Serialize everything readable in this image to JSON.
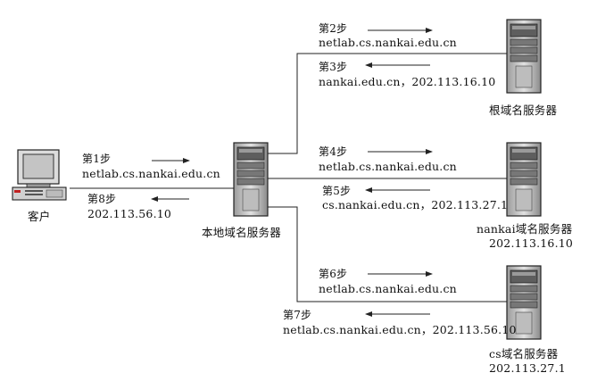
{
  "client": {
    "label": "客户"
  },
  "local_server": {
    "label": "本地域名服务器"
  },
  "root_server": {
    "label": "根域名服务器"
  },
  "nankai_server": {
    "label": "nankai域名服务器",
    "ip": "202.113.16.10"
  },
  "cs_server": {
    "label": "cs域名服务器",
    "ip": "202.113.27.1"
  },
  "steps": {
    "s1": {
      "label": "第1步",
      "text": "netlab.cs.nankai.edu.cn"
    },
    "s2": {
      "label": "第2步",
      "text": "netlab.cs.nankai.edu.cn"
    },
    "s3": {
      "label": "第3步",
      "text": "nankai.edu.cn，202.113.16.10"
    },
    "s4": {
      "label": "第4步",
      "text": "netlab.cs.nankai.edu.cn"
    },
    "s5": {
      "label": "第5步",
      "text": "cs.nankai.edu.cn，202.113.27.1"
    },
    "s6": {
      "label": "第6步",
      "text": "netlab.cs.nankai.edu.cn"
    },
    "s7": {
      "label": "第7步",
      "text": "netlab.cs.nankai.edu.cn，202.113.56.10"
    },
    "s8": {
      "label": "第8步",
      "text": "202.113.56.10"
    }
  },
  "colors": {
    "line": "#222222",
    "server_body": "#cfcfcf",
    "server_dark": "#6e6e6e",
    "screen": "#c8c8c8"
  }
}
